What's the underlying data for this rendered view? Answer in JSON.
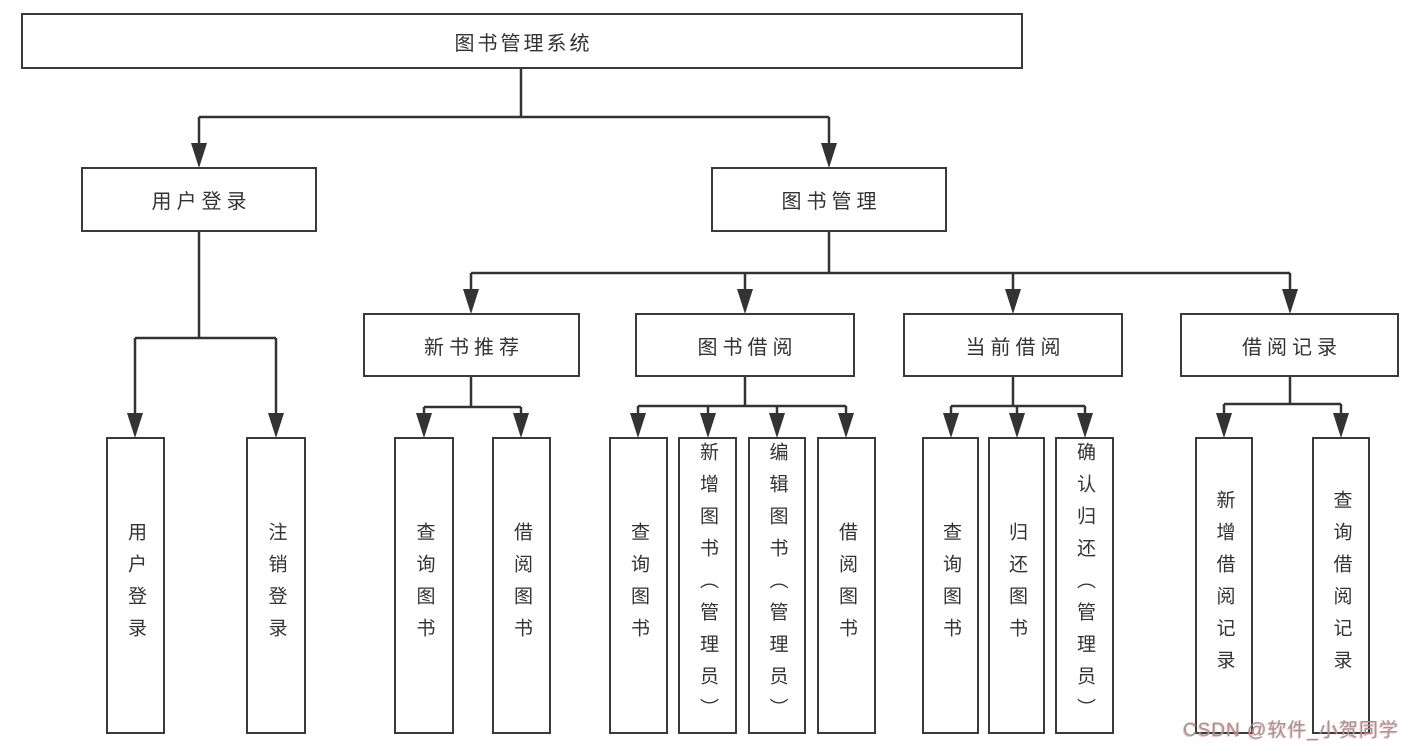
{
  "diagram": {
    "root": {
      "label": "图书管理系统"
    },
    "branches": [
      {
        "label": "用户登录",
        "children": [
          {
            "label": "用户登录"
          },
          {
            "label": "注销登录"
          }
        ]
      },
      {
        "label": "图书管理",
        "children": [
          {
            "label": "新书推荐",
            "children": [
              {
                "label": "查询图书"
              },
              {
                "label": "借阅图书"
              }
            ]
          },
          {
            "label": "图书借阅",
            "children": [
              {
                "label": "查询图书"
              },
              {
                "label": "新增图书（管理员）"
              },
              {
                "label": "编辑图书（管理员）"
              },
              {
                "label": "借阅图书"
              }
            ]
          },
          {
            "label": "当前借阅",
            "children": [
              {
                "label": "查询图书"
              },
              {
                "label": "归还图书"
              },
              {
                "label": "确认归还（管理员）"
              }
            ]
          },
          {
            "label": "借阅记录",
            "children": [
              {
                "label": "新增借阅记录"
              },
              {
                "label": "查询借阅记录"
              }
            ]
          }
        ]
      }
    ]
  },
  "watermark": {
    "text": "CSDN @软件_小贺同学"
  },
  "colors": {
    "line": "#333333",
    "border": "#3a3a3a",
    "text": "#333333",
    "background": "#ffffff",
    "watermark_gray": "#9a9a9a",
    "watermark_red": "#fc5c5c"
  }
}
